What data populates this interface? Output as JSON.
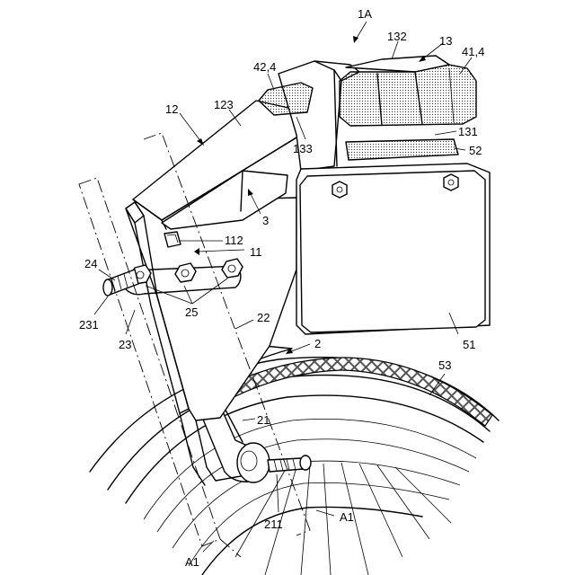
{
  "figure": {
    "background": "#ffffff",
    "ink": "#000000"
  },
  "labels": {
    "l_1A": "1A",
    "l_132": "132",
    "l_13": "13",
    "l_41_4": "41,4",
    "l_42_4": "42,4",
    "l_12": "12",
    "l_123": "123",
    "l_131": "131",
    "l_133": "133",
    "l_52": "52",
    "l_3": "3",
    "l_112": "112",
    "l_11": "11",
    "l_24": "24",
    "l_25": "25",
    "l_22": "22",
    "l_51": "51",
    "l_231": "231",
    "l_23": "23",
    "l_2": "2",
    "l_53": "53",
    "l_21": "21",
    "l_211": "211",
    "l_A1_right": "A1",
    "l_A1_bottom": "A1"
  }
}
